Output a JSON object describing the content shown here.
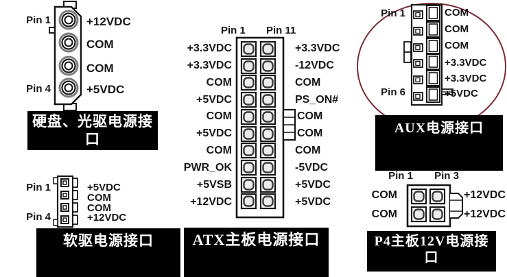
{
  "colors": {
    "background": "#ffffff",
    "line": "#161616",
    "caption_bg": "#000000",
    "caption_fg": "#ffffff",
    "highlight_circle": "#7b2b35",
    "pin_shade": "#999999"
  },
  "molex": {
    "pin_top": "Pin 1",
    "pin_bottom": "Pin 4",
    "pins": [
      "+12VDC",
      "COM",
      "COM",
      "+5VDC"
    ],
    "caption_line1": "硬盘、光驱电源接",
    "caption_line2": "口"
  },
  "floppy": {
    "pin_top": "Pin 1",
    "pin_bottom": "Pin 4",
    "pins": [
      "+5VDC",
      "COM",
      "COM",
      "+12VDC"
    ],
    "caption": "软驱电源接口"
  },
  "atx": {
    "pin_col1": "Pin 1",
    "pin_col2": "Pin 11",
    "left_pins": [
      "+3.3VDC",
      "+3.3VDC",
      "COM",
      "+5VDC",
      "COM",
      "+5VDC",
      "COM",
      "PWR_OK",
      "+5VSB",
      "+12VDC"
    ],
    "right_pins": [
      "+3.3VDC",
      "-12VDC",
      "COM",
      "PS_ON#",
      "COM",
      "COM",
      "COM",
      "-5VDC",
      "+5VDC",
      "+5VDC"
    ],
    "caption": "ATX主板电源接口"
  },
  "aux": {
    "pin_top": "Pin 1",
    "pin_bottom": "Pin 6",
    "pins": [
      "COM",
      "COM",
      "COM",
      "+3.3VDC",
      "+3.3VDC",
      "+5VDC"
    ],
    "caption": "AUX电源接口"
  },
  "p4": {
    "pin_left": "Pin 1",
    "pin_right": "Pin 3",
    "left_pins": [
      "COM",
      "COM"
    ],
    "right_pins": [
      "+12VDC",
      "+12VDC"
    ],
    "caption_line1": "P4主板12V电源接",
    "caption_line2": "口"
  }
}
